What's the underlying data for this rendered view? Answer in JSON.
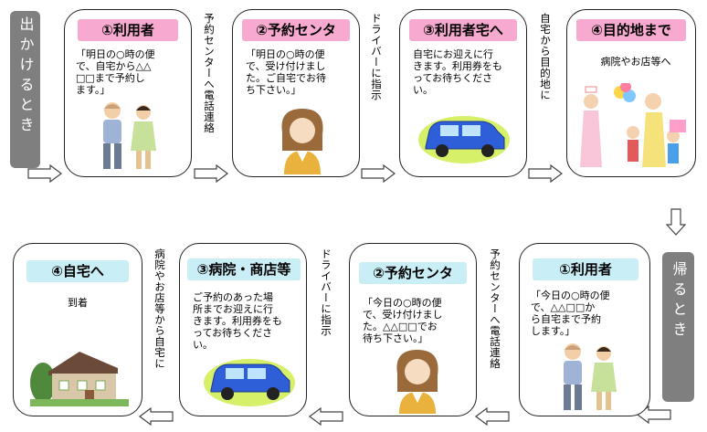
{
  "going": {
    "side_label": "出かけるとき",
    "step1": {
      "title": "①利用者",
      "text": "「明日の○時の便\nで、自宅から△△\n□□まで予約し\nます。」"
    },
    "label_1_2": "予約センターへ電話連絡",
    "step2": {
      "title": "②予約センタ",
      "text": "「明日の○時の便\nで、受け付けまし\nた。ご自宅でお待\nち下さい。」"
    },
    "label_2_3": "ドライバーに指示",
    "step3": {
      "title": "③利用者宅へ",
      "text": "自宅にお迎えに行\nきます。利用券をも\nってお待ちくださ\nい。"
    },
    "label_3_4": "自宅から目的地に",
    "step4": {
      "title": "④目的地まで",
      "text": "病院やお店等へ"
    }
  },
  "returning": {
    "side_label": "帰るとき",
    "step1": {
      "title": "①利用者",
      "text": "「今日の○時の便\nで、△△□□か\nら自宅まで予約\nします。」"
    },
    "label_1_2": "予約センターへ電話連絡",
    "step2": {
      "title": "②予約センタ",
      "text": "「今日の○時の便\nで、受け付けまし\nた。△△□□でお\n待ち下さい。」"
    },
    "label_2_3": "ドライバーに指示",
    "step3": {
      "title": "③病院・商店等",
      "text": "ご予約のあった場\n所までお迎えに行\nきます。利用券をも\nってお待ちくださ\nい。"
    },
    "label_3_4": "病院やお店等から自宅に",
    "step4": {
      "title": "④自宅へ",
      "text": "到着"
    }
  },
  "colors": {
    "side_bg": "#7f7f7f",
    "tag_pink": "#f7a9d0",
    "tag_cyan": "#c9eef6",
    "car_blue": "#2f5fd8",
    "car_glow": "#d6f06a"
  }
}
